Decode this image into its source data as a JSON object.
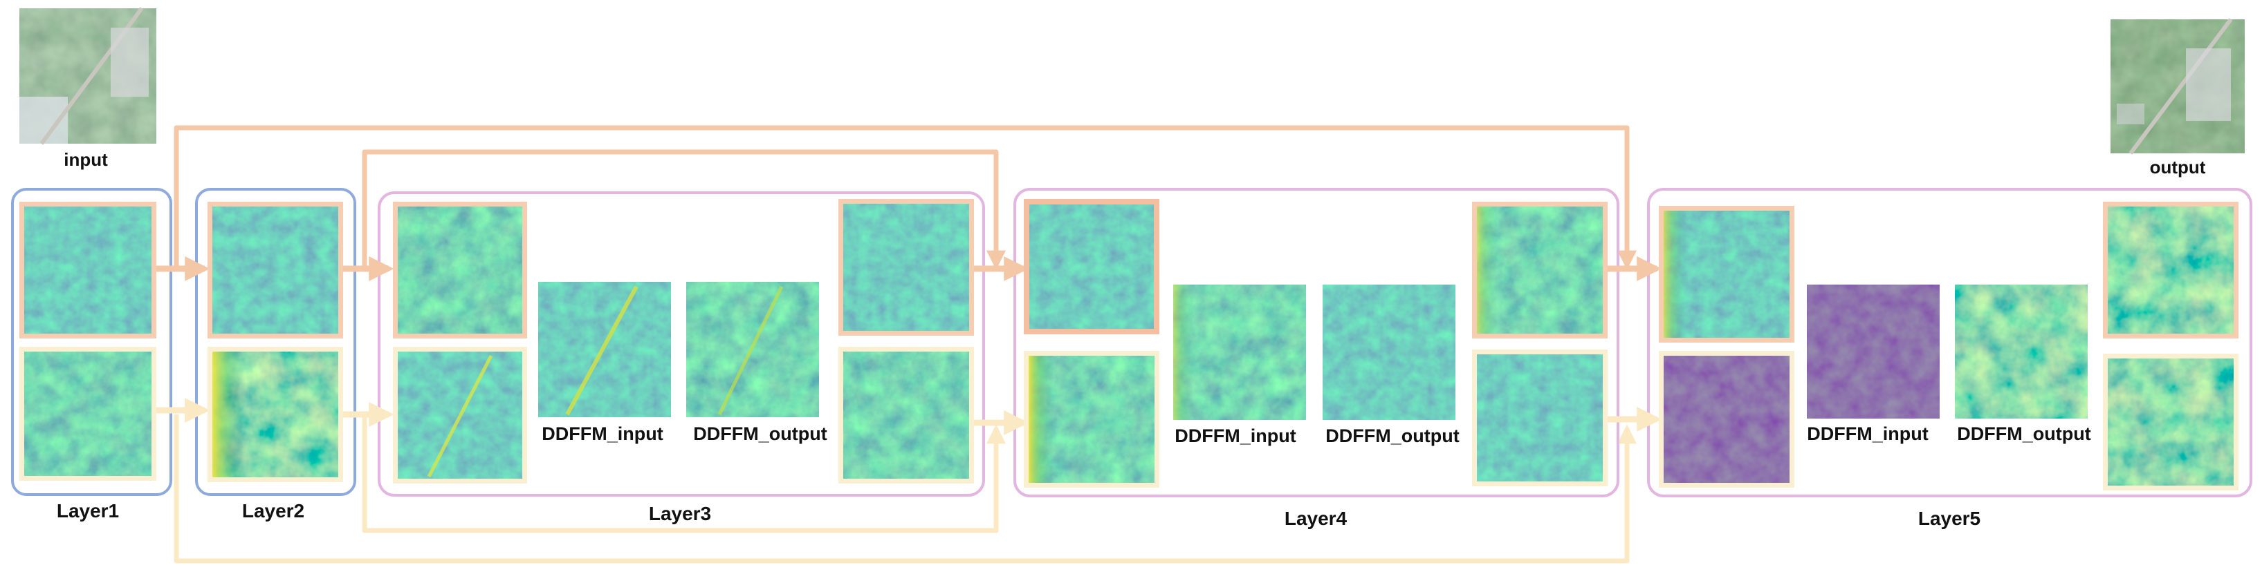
{
  "labels": {
    "input": "input",
    "output": "output",
    "layer1": "Layer1",
    "layer2": "Layer2",
    "layer3": "Layer3",
    "layer4": "Layer4",
    "layer5": "Layer5",
    "l3_ddffm_input": "DDFFM_input",
    "l3_ddffm_output": "DDFFM_output",
    "l4_ddffm_input": "DDFFM_input",
    "l4_ddffm_output": "DDFFM_output",
    "l5_ddffm_input": "DDFFM_input",
    "l5_ddffm_output": "DDFFM_output"
  },
  "colors": {
    "layer_border_blue": "#8ea9db",
    "layer_border_pink": "#e2b6e0",
    "orange_path": "#f4c7a6",
    "cream_path": "#fbe9c4",
    "tile_frame_orange": "#f6cdb0",
    "tile_frame_cream": "#fbefd2"
  }
}
